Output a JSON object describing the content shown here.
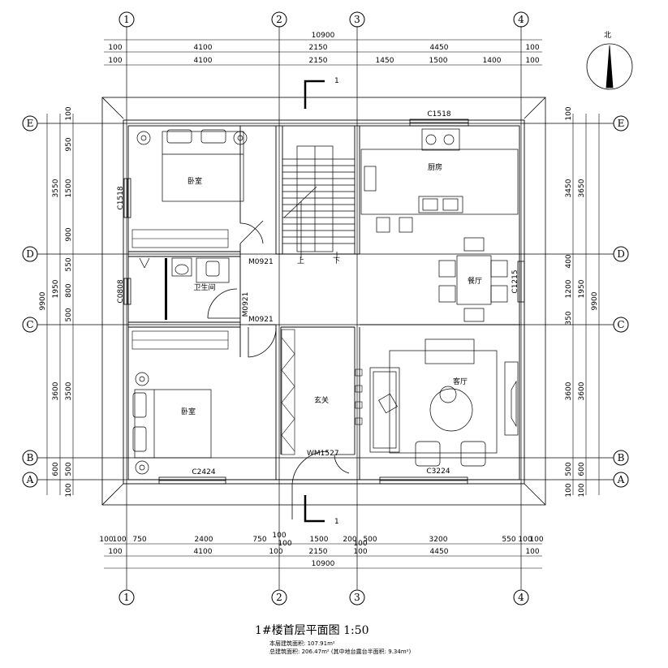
{
  "axes_top": [
    "1",
    "2",
    "3",
    "4"
  ],
  "axes_side": [
    "E",
    "D",
    "C",
    "B",
    "A"
  ],
  "north": "北",
  "dims": {
    "top_total": "10900",
    "top_row1": [
      "100",
      "4100",
      "2150",
      "4450",
      "100"
    ],
    "top_row2": [
      "100",
      "4100",
      "2150",
      "1450",
      "1500",
      "1400",
      "100"
    ],
    "bottom_row1": [
      "100",
      "100",
      "750",
      "2400",
      "750",
      "100",
      "100",
      "1500",
      "200",
      "100",
      "500",
      "3200",
      "550",
      "100",
      "100"
    ],
    "bottom_row2": [
      "100",
      "4100",
      "100",
      "2150",
      "100",
      "4450",
      "100"
    ],
    "bottom_total": "10900",
    "left_outer": [
      "3550",
      "1950",
      "3600",
      "9900"
    ],
    "left_inner": [
      "100",
      "950",
      "1500",
      "900",
      "550",
      "800",
      "500",
      "3500",
      "600",
      "500",
      "100"
    ],
    "right_inner": [
      "100",
      "3450",
      "400",
      "1200",
      "350",
      "3600",
      "500",
      "100"
    ],
    "right_outer": [
      "3650",
      "1950",
      "3600",
      "9900",
      "600",
      "100"
    ]
  },
  "rooms": {
    "bedroom_top": "卧室",
    "bedroom_bottom": "卧室",
    "bathroom": "卫生间",
    "kitchen": "厨房",
    "dining": "餐厅",
    "living": "客厅",
    "foyer": "玄关"
  },
  "openings": {
    "c1518_top": "C1518",
    "c1518_left": "C1518",
    "m0921_a": "M0921",
    "m0921_b": "M0921",
    "m0921_c": "M0921",
    "c0808": "C0808",
    "c1215": "C1215",
    "c2424": "C2424",
    "c3224": "C3224",
    "wm1527": "WM1527"
  },
  "stair": {
    "up": "上",
    "down": "下"
  },
  "section_mark": "1",
  "title": {
    "main": "1#楼首层平面图",
    "scale": "1:50"
  },
  "area_notes": {
    "line1": "本层建筑面积: 107.91m²",
    "line2": "总建筑面积: 206.47m² (其中地台露台半面积: 9.34m²)"
  }
}
